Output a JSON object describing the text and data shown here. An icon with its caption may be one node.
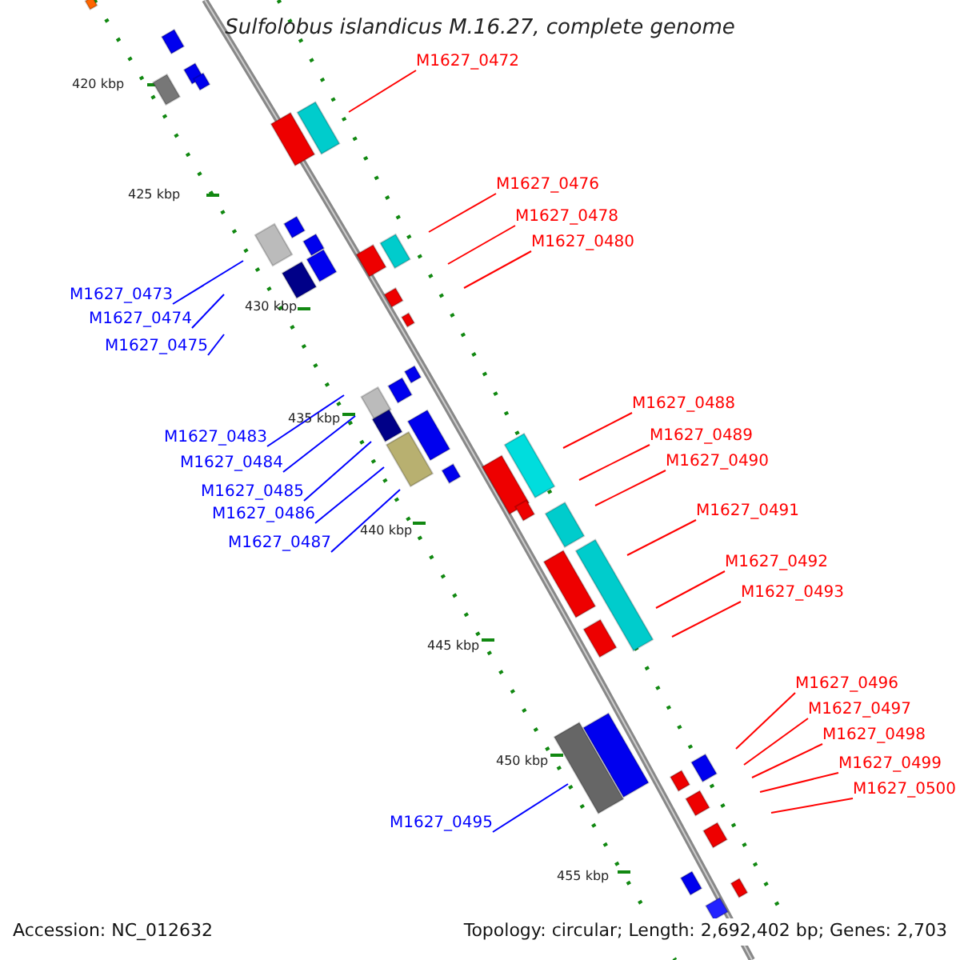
{
  "diagram": {
    "title": "Sulfolobus islandicus M.16.27, complete genome",
    "nodes": [
      {
        "text": [
          "M1627_0472"
        ]
      },
      {
        "text": [
          "M1627_0476"
        ]
      },
      {
        "text": [
          "M1627_0478"
        ]
      },
      {
        "text": [
          "M1627_0480"
        ]
      },
      {
        "text": [
          "M1627_0473"
        ]
      },
      {
        "text": [
          "M1627_0474"
        ]
      },
      {
        "text": [
          "M1627_0475"
        ]
      },
      {
        "text": [
          "M1627_0488"
        ]
      },
      {
        "text": [
          "M1627_0489"
        ]
      },
      {
        "text": [
          "M1627_0483"
        ]
      },
      {
        "text": [
          "M1627_0490"
        ]
      },
      {
        "text": [
          "M1627_0484"
        ]
      },
      {
        "text": [
          "M1627_0485"
        ]
      },
      {
        "text": [
          "M1627_0491"
        ]
      },
      {
        "text": [
          "M1627_0486"
        ]
      },
      {
        "text": [
          "M1627_0487"
        ]
      },
      {
        "text": [
          "M1627_0492"
        ]
      },
      {
        "text": [
          "M1627_0493"
        ]
      },
      {
        "text": [
          "M1627_0496"
        ]
      },
      {
        "text": [
          "M1627_0497"
        ]
      },
      {
        "text": [
          "M1627_0498"
        ]
      },
      {
        "text": [
          "M1627_0499"
        ]
      },
      {
        "text": [
          "M1627_0500"
        ]
      },
      {
        "text": [
          "M1627_0495"
        ]
      }
    ],
    "edges": [
      {
        "from": 0,
        "to": null,
        "arrow": "none"
      },
      {
        "from": 1,
        "to": null,
        "arrow": "none"
      },
      {
        "from": 2,
        "to": null,
        "arrow": "none"
      },
      {
        "from": 3,
        "to": null,
        "arrow": "none"
      },
      {
        "from": 4,
        "to": null,
        "arrow": "none",
        "color": "#0000ff"
      },
      {
        "from": 5,
        "to": null,
        "arrow": "none",
        "color": "#0000ff"
      },
      {
        "from": 6,
        "to": null,
        "arrow": "none",
        "color": "#0000ff"
      },
      {
        "from": 7,
        "to": null,
        "arrow": "none"
      },
      {
        "from": 8,
        "to": null,
        "arrow": "none"
      },
      {
        "from": 9,
        "to": null,
        "arrow": "none",
        "color": "#0000ff"
      },
      {
        "from": 10,
        "to": null,
        "arrow": "none"
      },
      {
        "from": 11,
        "to": null,
        "arrow": "none",
        "color": "#0000ff"
      },
      {
        "from": 12,
        "to": null,
        "arrow": "none",
        "color": "#0000ff"
      },
      {
        "from": 13,
        "to": null,
        "arrow": "none"
      },
      {
        "from": 14,
        "to": null,
        "arrow": "none",
        "color": "#0000ff"
      },
      {
        "from": 15,
        "to": null,
        "arrow": "none",
        "color": "#0000ff"
      },
      {
        "from": 16,
        "to": null,
        "arrow": "none"
      },
      {
        "from": 17,
        "to": null,
        "arrow": "none"
      },
      {
        "from": 18,
        "to": null,
        "arrow": "none"
      },
      {
        "from": 19,
        "to": null,
        "arrow": "none"
      },
      {
        "from": 20,
        "to": null,
        "arrow": "none"
      },
      {
        "from": 21,
        "to": null,
        "arrow": "none"
      },
      {
        "from": 22,
        "to": null,
        "arrow": "none"
      },
      {
        "from": 23,
        "to": null,
        "arrow": "none",
        "color": "#0000ff"
      }
    ],
    "labels": [
      "420 kbp",
      "425 kbp",
      "430 kbp",
      "435 kbp",
      "440 kbp",
      "445 kbp",
      "450 kbp",
      "455 kbp",
      "Accession: NC_012632",
      "Topology: circular; Length: 2,692,402 bp; Genes: 2,703"
    ]
  }
}
